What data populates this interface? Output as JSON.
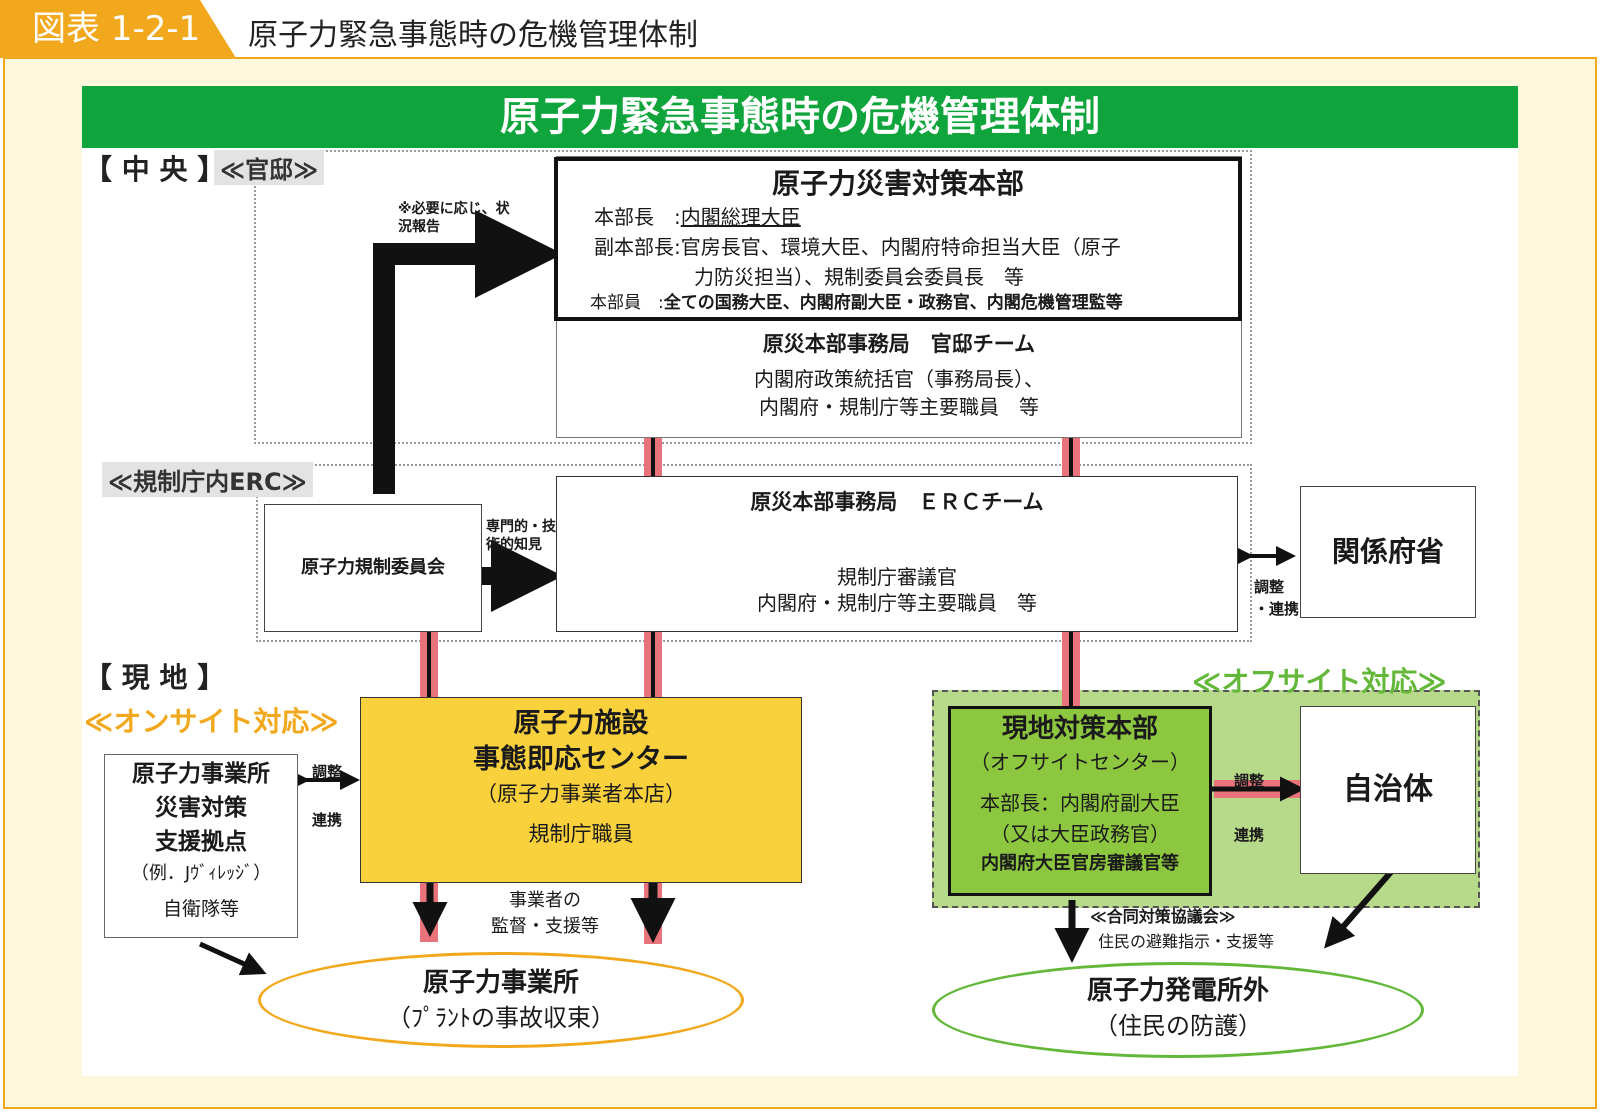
{
  "header": {
    "tab_label": "図表 1-2-1",
    "title": "原子力緊急事態時の危機管理体制"
  },
  "banner": "原子力緊急事態時の危機管理体制",
  "central": {
    "section_label": "【 中 央 】",
    "kantei_label": "≪官邸≫",
    "erc_label": "≪規制庁内ERC≫"
  },
  "genshiryoku_honbu": {
    "title": "原子力災害対策本部",
    "chief_label": "本部長　:",
    "chief_value": "内閣総理大臣",
    "deputy_line1": "副本部長:官房長官、環境大臣、内閣府特命担当大臣（原子",
    "deputy_line2": "力防災担当）、規制委員会委員長　等",
    "member_label": "本部員　:",
    "member_value": "全ての国務大臣、内閣府副大臣・政務官、内閣危機管理監等"
  },
  "kantei_team": {
    "title": "原災本部事務局　官邸チーム",
    "line1": "内閣府政策統括官（事務局長）、",
    "line2": "内閣府・規制庁等主要職員　等"
  },
  "erc_team": {
    "title": "原災本部事務局　ＥＲＣチーム",
    "line1": "規制庁審議官",
    "line2": "内閣府・規制庁等主要職員　等"
  },
  "nra": {
    "label": "原子力規制委員会"
  },
  "notes": {
    "report_line1": "※必要に応じ、状",
    "report_line2": "況報告",
    "expert_line1": "専門的・技",
    "expert_line2": "術的知見",
    "coord_ministries_1": "調整",
    "coord_ministries_2": "・連携",
    "coord_onsite_1": "調整",
    "coord_onsite_2": "連携",
    "coord_offsite_1": "調整",
    "coord_offsite_2": "連携",
    "supervise_line1": "事業者の",
    "supervise_line2": "監督・支援等",
    "joint_council": "≪合同対策協議会≫",
    "evacuation": "住民の避難指示・支援等"
  },
  "ministries": {
    "label": "関係府省"
  },
  "local": {
    "section_label": "【 現 地 】",
    "onsite_label": "≪オンサイト対応≫",
    "offsite_label": "≪オフサイト対応≫"
  },
  "facility_center": {
    "line1": "原子力施設",
    "line2": "事態即応センター",
    "line3": "（原子力事業者本店）",
    "line4": "規制庁職員"
  },
  "support_base": {
    "line1": "原子力事業所",
    "line2": "災害対策",
    "line3": "支援拠点",
    "line4": "（例．Jｳﾞｨﾚｯｼﾞ）",
    "line5": "自衛隊等"
  },
  "local_hq": {
    "line1": "現地対策本部",
    "line2": "（オフサイトセンター）",
    "line3": "本部長：内閣府副大臣",
    "line4": "（又は大臣政務官）",
    "line5": "内閣府大臣官房審議官等"
  },
  "municipality": {
    "label": "自治体"
  },
  "plant": {
    "line1": "原子力事業所",
    "line2": "（ﾌﾟﾗﾝﾄの事故収束）"
  },
  "outside": {
    "line1": "原子力発電所外",
    "line2": "（住民の防護）"
  },
  "colors": {
    "accent_orange": "#f2a81d",
    "banner_green": "#10a53c",
    "offsite_green": "#8dc63f",
    "center_yellow": "#f9d13c",
    "link_red": "#e8737a"
  }
}
